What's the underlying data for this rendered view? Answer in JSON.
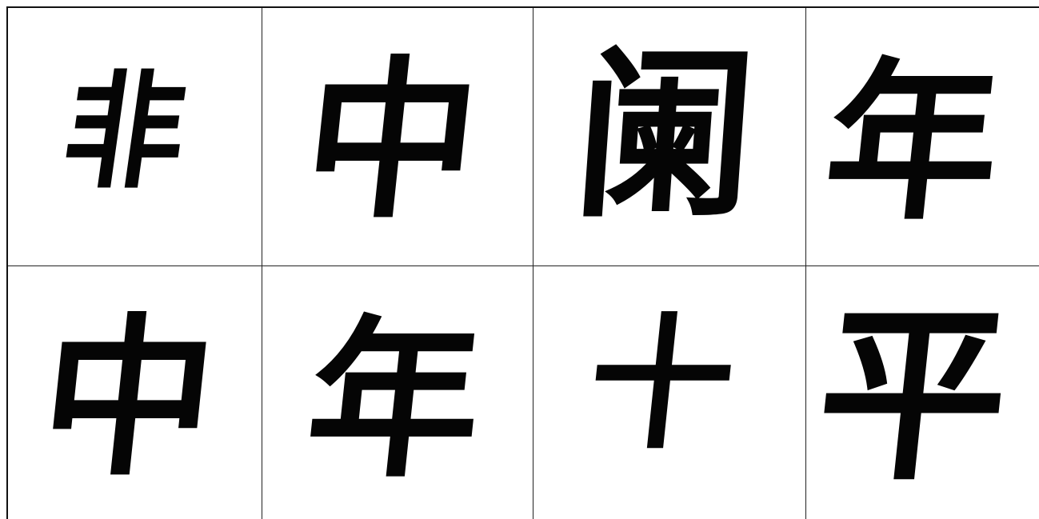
{
  "grid": {
    "rows": 2,
    "columns": 4,
    "line_color": "#222222",
    "ink_color": "#050505",
    "paper_color": "#ffffff"
  },
  "characters": [
    {
      "char": "非"
    },
    {
      "char": "中"
    },
    {
      "char": "阑"
    },
    {
      "char": "年"
    },
    {
      "char": "中"
    },
    {
      "char": "年"
    },
    {
      "char": "十"
    },
    {
      "char": "平"
    }
  ]
}
